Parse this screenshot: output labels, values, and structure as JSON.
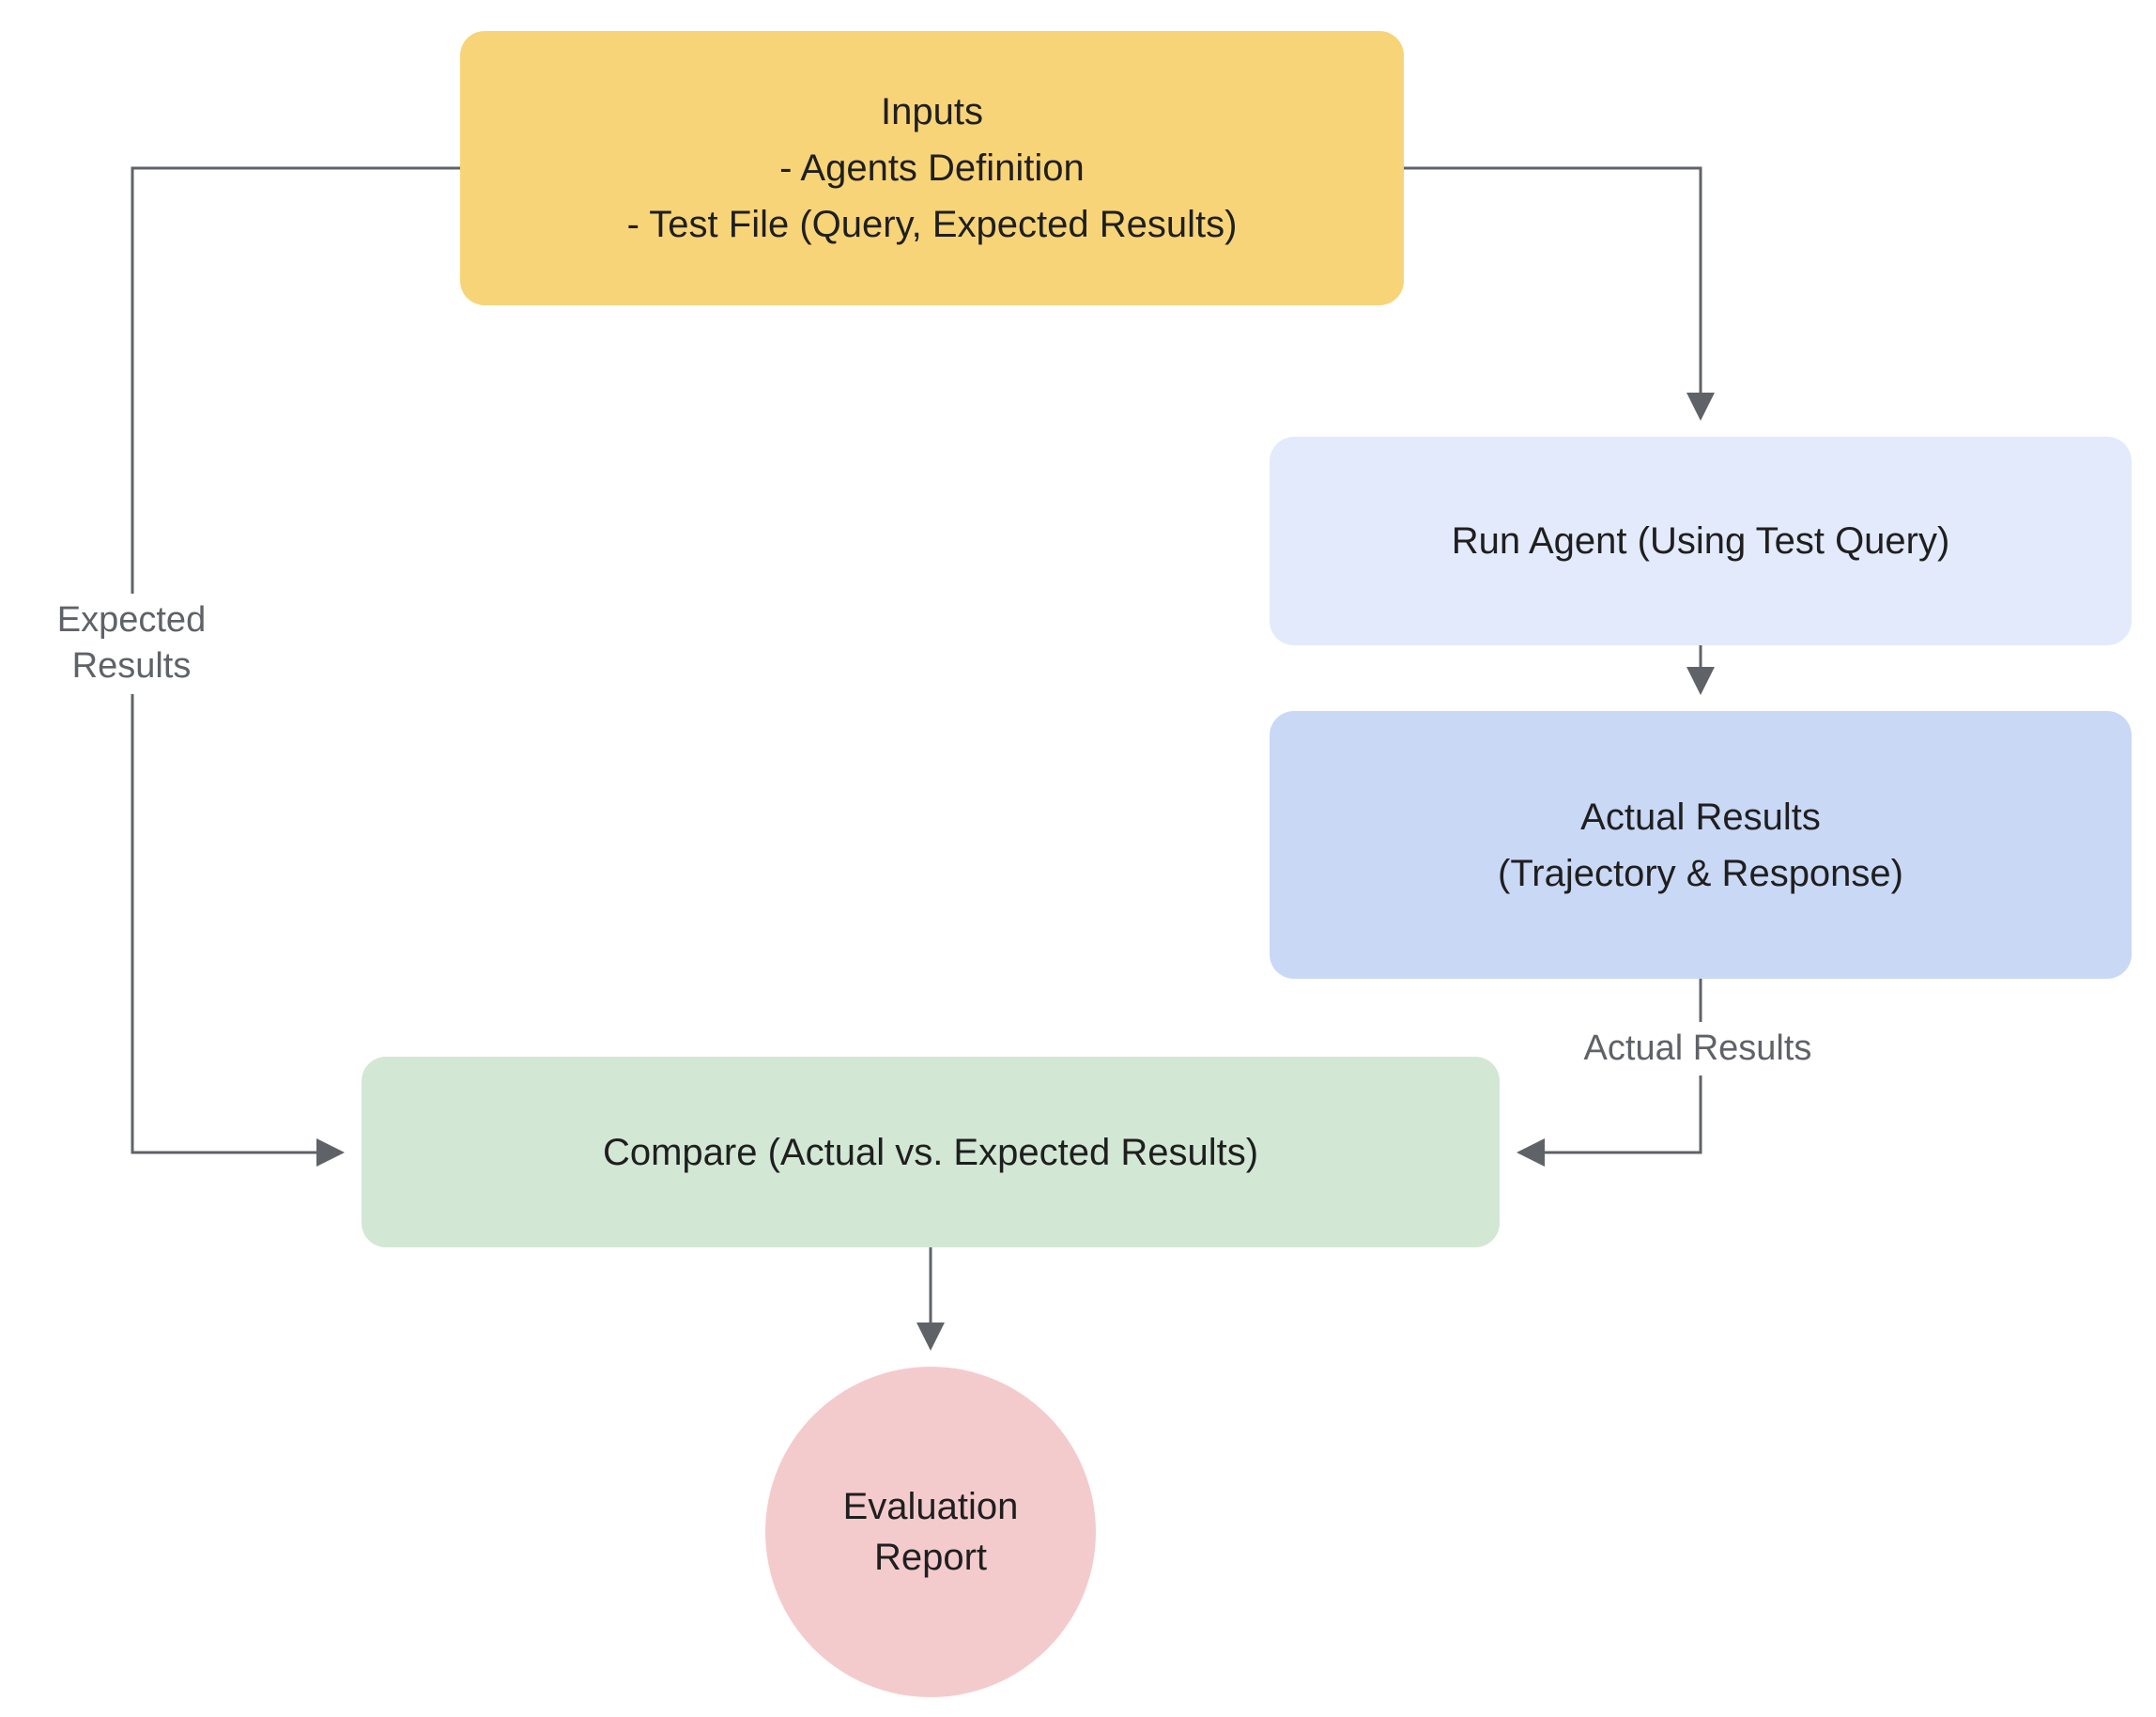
{
  "colors": {
    "inputs_bg": "#F8D478",
    "run_agent_bg": "#E3EAFB",
    "actual_results_bg": "#C9D8F5",
    "compare_bg": "#D3E7D5",
    "report_bg": "#F4CBCD",
    "node_text": "#1F1F1F",
    "edge": "#5F6368",
    "edge_label": "#5F6368"
  },
  "diagram": {
    "nodes": {
      "inputs": {
        "label": "Inputs\n- Agents Definition\n- Test File (Query, Expected Results)"
      },
      "run_agent": {
        "label": "Run Agent (Using Test Query)"
      },
      "actual_results": {
        "label": "Actual Results\n(Trajectory & Response)"
      },
      "compare": {
        "label": "Compare (Actual vs. Expected Results)"
      },
      "evaluation_report": {
        "label": "Evaluation\nReport"
      }
    },
    "edge_labels": {
      "expected_results": "Expected\nResults",
      "actual_results": "Actual Results"
    }
  }
}
